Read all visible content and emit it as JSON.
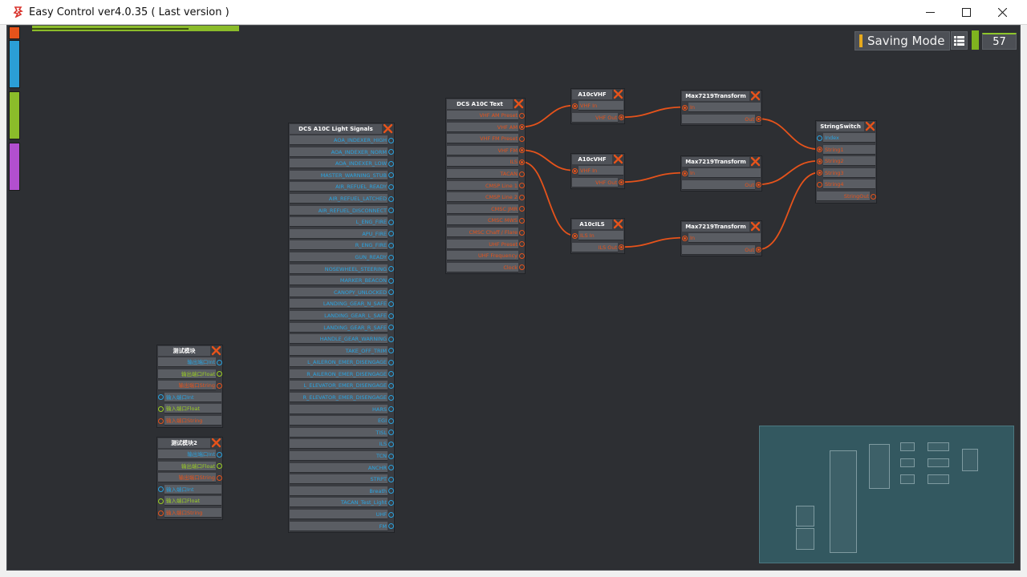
{
  "window": {
    "title": "Easy Control ver4.0.35 ( Last version )",
    "minimize_glyph": "—",
    "maximize_glyph": "☐",
    "close_glyph": "✕"
  },
  "toolbar": {
    "saving_mode_label": "Saving Mode",
    "counter_value": "57",
    "list_icon": "list-icon"
  },
  "colors": {
    "canvas": "#2d2f33",
    "port_blue": "#29a3e0",
    "port_orange": "#e6531b",
    "port_green": "#9ccf24",
    "close_red": "#e6531b",
    "side_tabs": [
      "#e6531b",
      "#2b9ed6",
      "#8bbc2a",
      "#b24fcf"
    ]
  },
  "nodes": {
    "light_signals": {
      "title": "DCS A10C Light Signals",
      "ports": [
        "AOA_INDEXER_HIGH",
        "AOA_INDEXER_NORM",
        "AOA_INDEXER_LOW",
        "MASTER_WARNING_STUB",
        "AIR_REFUEL_READY",
        "AIR_REFUEL_LATCHED",
        "AIR_REFUEL_DISCONNECT",
        "L_ENG_FIRE",
        "APU_FIRE",
        "R_ENG_FIRE",
        "GUN_READY",
        "NOSEWHEEL_STEERING",
        "MARKER_BEACON",
        "CANOPY_UNLOCKED",
        "LANDING_GEAR_N_SAFE",
        "LANDING_GEAR_L_SAFE",
        "LANDING_GEAR_R_SAFE",
        "HANDLE_GEAR_WARNING",
        "TAKE_OFF_TRIM",
        "L_AILERON_EMER_DISENGAGE",
        "R_AILERON_EMER_DISENGAGE",
        "L_ELEVATOR_EMER_DISENGAGE",
        "R_ELEVATOR_EMER_DISENGAGE",
        "HARS",
        "EGI",
        "TISL",
        "ILS",
        "TCN",
        "ANCHR",
        "STRPT",
        "Breath",
        "TACAN_Test_Light",
        "UHF",
        "FM"
      ]
    },
    "a10c_text": {
      "title": "DCS A10C Text",
      "ports": [
        "VHF AM Preset",
        "VHF AM",
        "VHF FM Preset",
        "VHF FM",
        "ILS",
        "TACAN",
        "CMSP Line 1",
        "CMSP Line 2",
        "CMSC JMR",
        "CMSC MWS",
        "CMSC Chaff / Flare",
        "UHF Preset",
        "UHF Frequency",
        "Clock"
      ]
    },
    "vhf1": {
      "title": "A10cVHF",
      "in_label": "VHF In",
      "out_label": "VHF Out"
    },
    "vhf2": {
      "title": "A10cVHF",
      "in_label": "VHF In",
      "out_label": "VHF Out"
    },
    "ils": {
      "title": "A10cILS",
      "in_label": "ILS In",
      "out_label": "ILS Out"
    },
    "max1": {
      "title": "Max7219Transform",
      "in_label": "In",
      "out_label": "Out"
    },
    "max2": {
      "title": "Max7219Transform",
      "in_label": "In",
      "out_label": "Out"
    },
    "max3": {
      "title": "Max7219Transform",
      "in_label": "In",
      "out_label": "Out"
    },
    "string_switch": {
      "title": "StringSwitch",
      "ports": [
        "Index",
        "String1",
        "String2",
        "String3",
        "String4",
        "StringOut"
      ]
    },
    "test1": {
      "title": "测试模块",
      "ports": [
        "输出端口Int",
        "输出端口Float",
        "输出端口String",
        "输入端口Int",
        "输入端口Float",
        "输入端口String"
      ]
    },
    "test2": {
      "title": "测试模块2",
      "ports": [
        "输出端口Int",
        "输出端口Float",
        "输出端口String",
        "输入端口Int",
        "输入端口Float",
        "输入端口String"
      ]
    }
  }
}
